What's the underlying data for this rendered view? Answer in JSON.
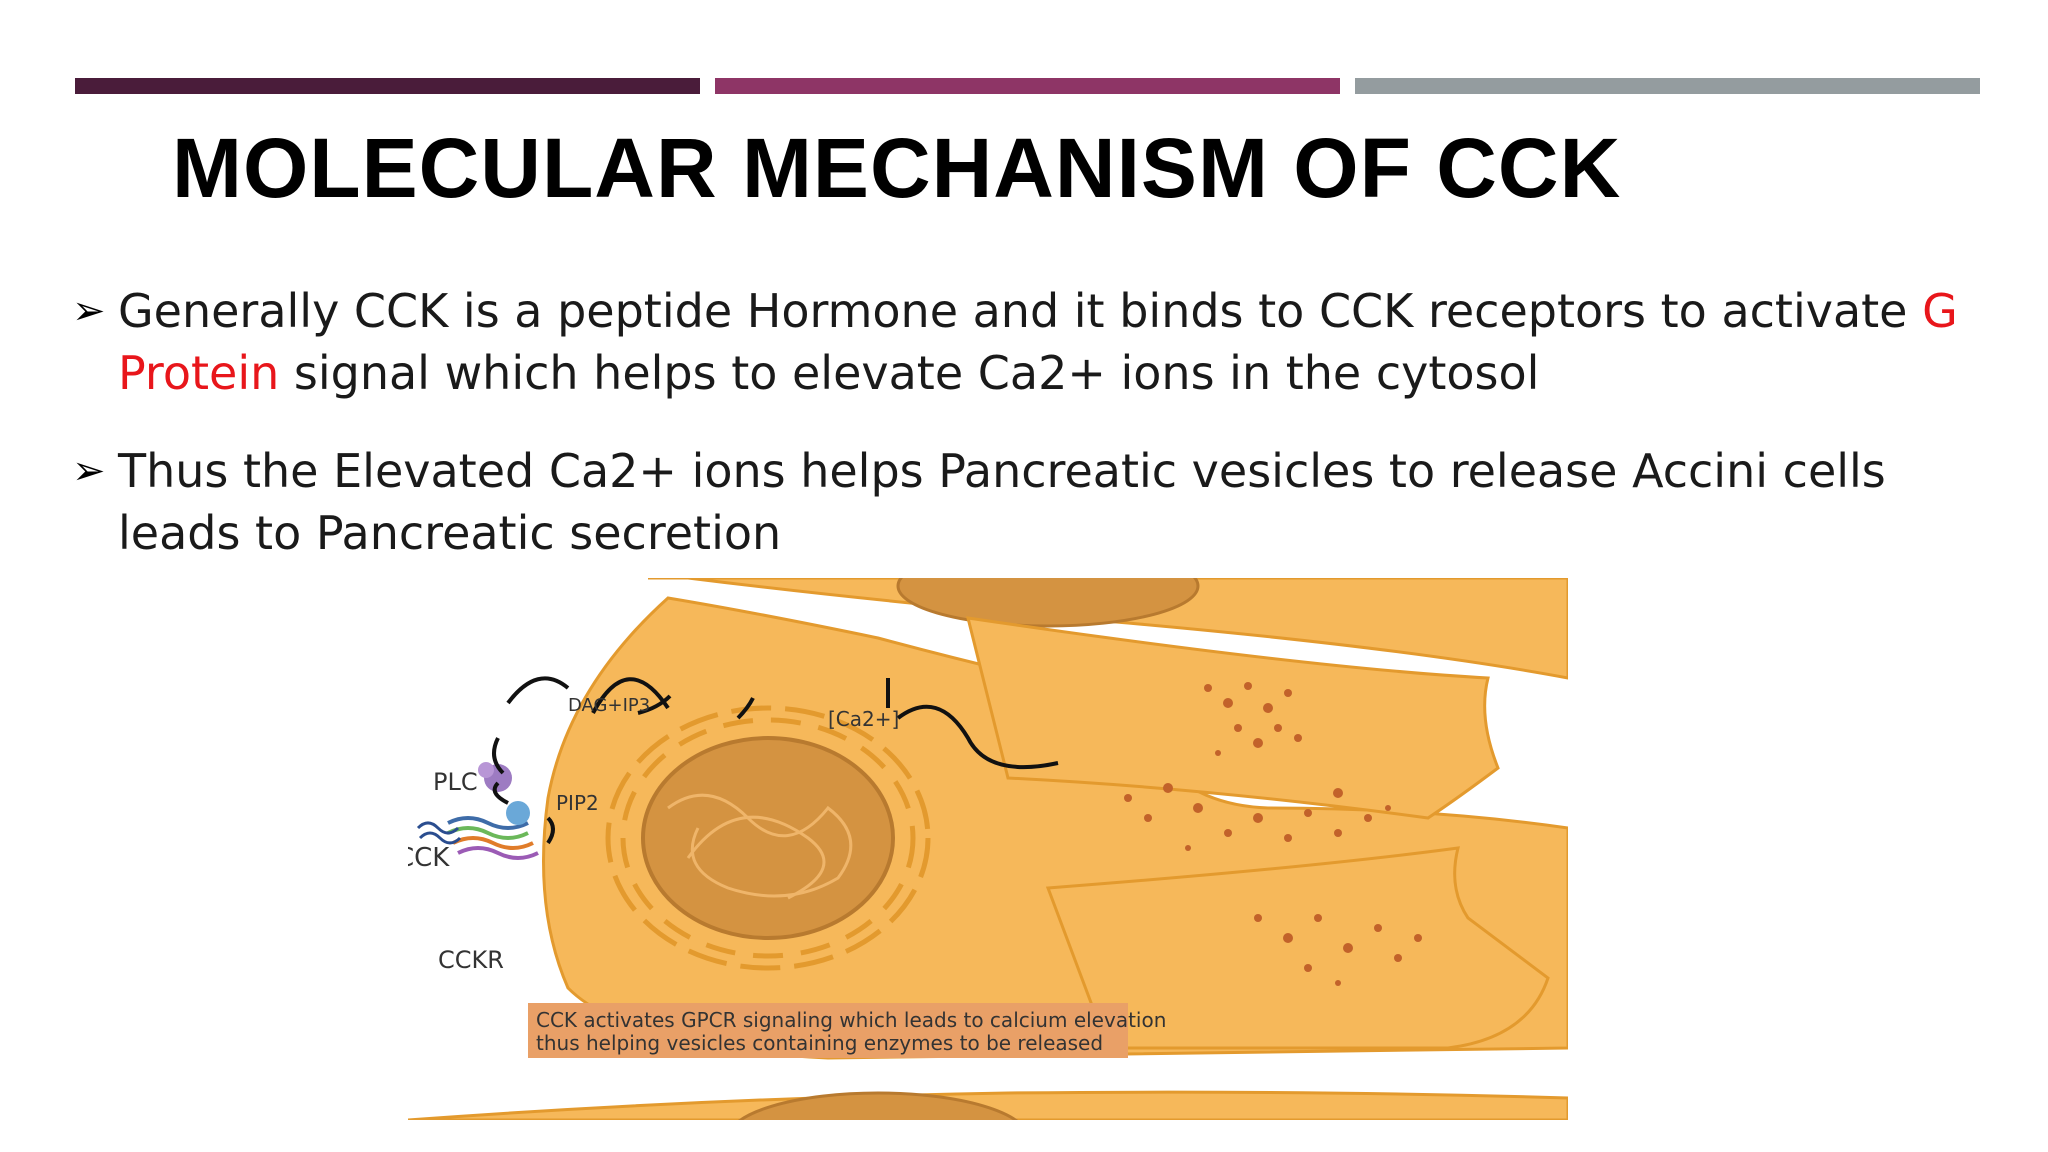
{
  "slide": {
    "title": "MOLECULAR MECHANISM OF CCK",
    "accent_colors": [
      "#4a1c3a",
      "#8e3566",
      "#949c9f"
    ],
    "highlight_color": "#e8161b"
  },
  "bullets": [
    {
      "icon": "arrow-bullet-icon",
      "before": "Generally CCK is a peptide Hormone and it binds to CCK receptors to activate ",
      "highlight": "G Protein",
      "after": " signal which helps to elevate Ca2+ ions in the cytosol"
    },
    {
      "icon": "arrow-bullet-icon",
      "text": "Thus the Elevated Ca2+ ions helps Pancreatic vesicles to release Accini cells leads to Pancreatic secretion"
    }
  ],
  "figure": {
    "labels": {
      "dag_ip3": "DAG+IP3",
      "plc": "PLC",
      "pip2": "PIP2",
      "ca": "[Ca2+]",
      "cck": "CCK",
      "cckr": "CCKR"
    },
    "caption_line1": "CCK activates GPCR signaling which leads to calcium elevation",
    "caption_line2": "thus helping vesicles containing enzymes to be released",
    "colors": {
      "cell": "#f6b85a",
      "outline": "#e39a2e",
      "nucleus": "#d49341",
      "granule": "#c2622a",
      "caption_bg": "#e9a067"
    }
  }
}
